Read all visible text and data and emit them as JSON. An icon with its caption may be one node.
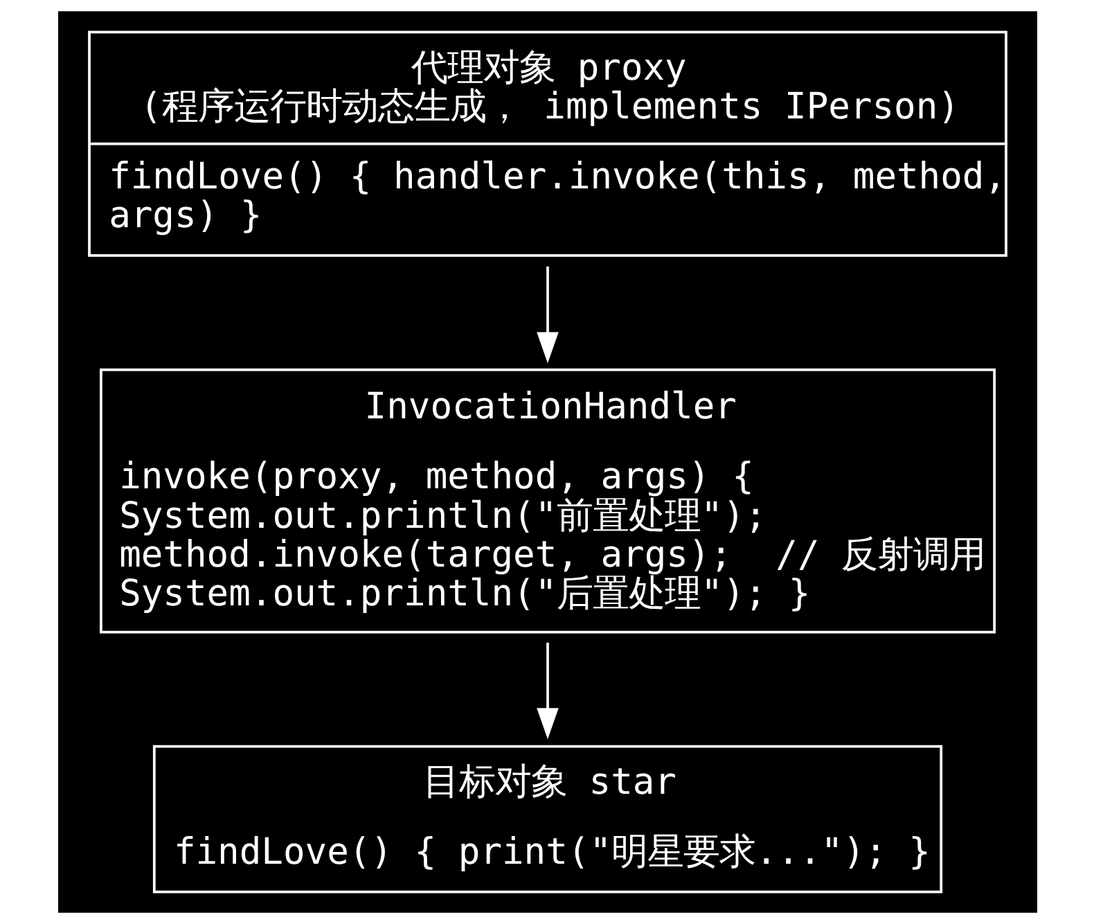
{
  "diagram": {
    "nodes": [
      {
        "text": [
          "代理对象 proxy",
          "(程序运行时动态生成， implements IPerson)",
          "findLove() { handler.invoke(this, method, args) }"
        ]
      },
      {
        "text": [
          "InvocationHandler",
          "invoke(proxy, method, args) { System.out.println(\"前置处理\"); method.invoke(target, args);  // 反射调用 System.out.println(\"后置处理\"); }"
        ]
      },
      {
        "text": [
          "目标对象 star",
          "findLove() { print(\"明星要求...\"); }"
        ]
      }
    ],
    "edges": [
      {
        "from": 0,
        "to": 1,
        "arrow": "to"
      },
      {
        "from": 1,
        "to": 2,
        "arrow": "to"
      }
    ]
  }
}
